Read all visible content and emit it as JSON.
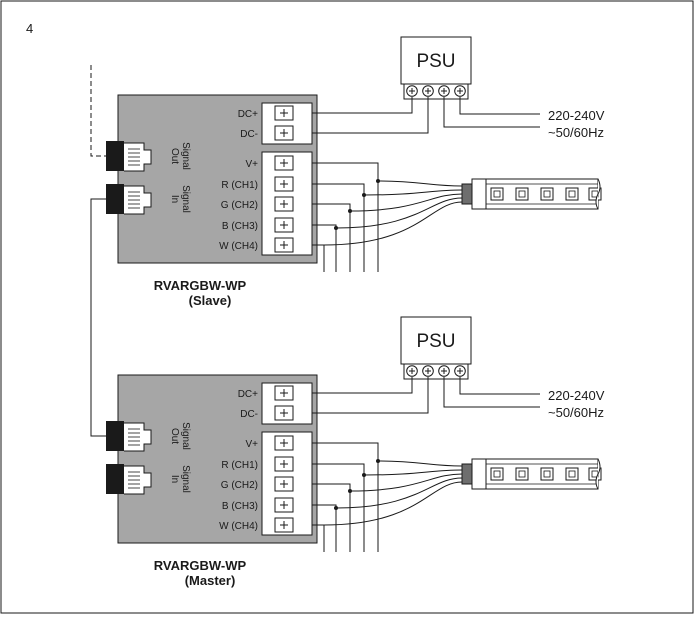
{
  "diagram_number": "4",
  "units": [
    {
      "model": "RVARGBW-WP",
      "role": "(Slave)",
      "psu_label": "PSU",
      "mains_voltage": "220-240V",
      "mains_frequency": "~50/60Hz",
      "power_terminals": [
        "DC+",
        "DC-"
      ],
      "output_terminals": [
        "V+",
        "R (CH1)",
        "G (CH2)",
        "B (CH3)",
        "W (CH4)"
      ],
      "signal_out_label": [
        "Signal",
        "Out"
      ],
      "signal_in_label": [
        "Signal",
        "In"
      ]
    },
    {
      "model": "RVARGBW-WP",
      "role": "(Master)",
      "psu_label": "PSU",
      "mains_voltage": "220-240V",
      "mains_frequency": "~50/60Hz",
      "power_terminals": [
        "DC+",
        "DC-"
      ],
      "output_terminals": [
        "V+",
        "R (CH1)",
        "G (CH2)",
        "B (CH3)",
        "W (CH4)"
      ],
      "signal_out_label": [
        "Signal",
        "Out"
      ],
      "signal_in_label": [
        "Signal",
        "In"
      ]
    }
  ],
  "colors": {
    "housing": "#a6a6a6",
    "line": "#1a1a1a",
    "background": "#ffffff"
  }
}
